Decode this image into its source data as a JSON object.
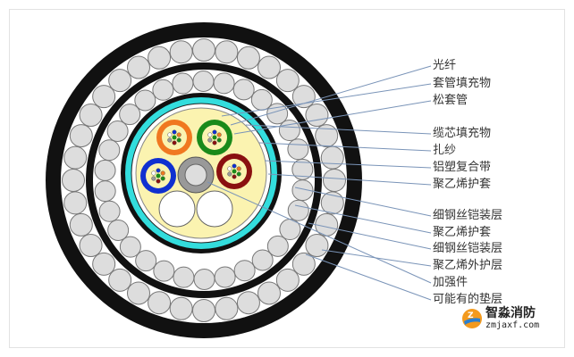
{
  "labels": [
    "光纤",
    "套管填充物",
    "松套管",
    "缆芯填充物",
    "扎纱",
    "铝塑复合带",
    "聚乙烯护套",
    "细钢丝铠装层",
    "聚乙烯护套",
    "细钢丝铠装层",
    "聚乙烯外护层",
    "加强件",
    "可能有的垫层"
  ],
  "logo": {
    "name": "智淼消防",
    "url": "zmjaxf.com"
  },
  "colors": {
    "tube_orange": "#f07820",
    "tube_green": "#1a8a1a",
    "tube_blue": "#1030d0",
    "tube_brown": "#8a1010",
    "water_block": "#33dddd",
    "filler": "#fbf3b0",
    "leader": "#7a94b8"
  }
}
